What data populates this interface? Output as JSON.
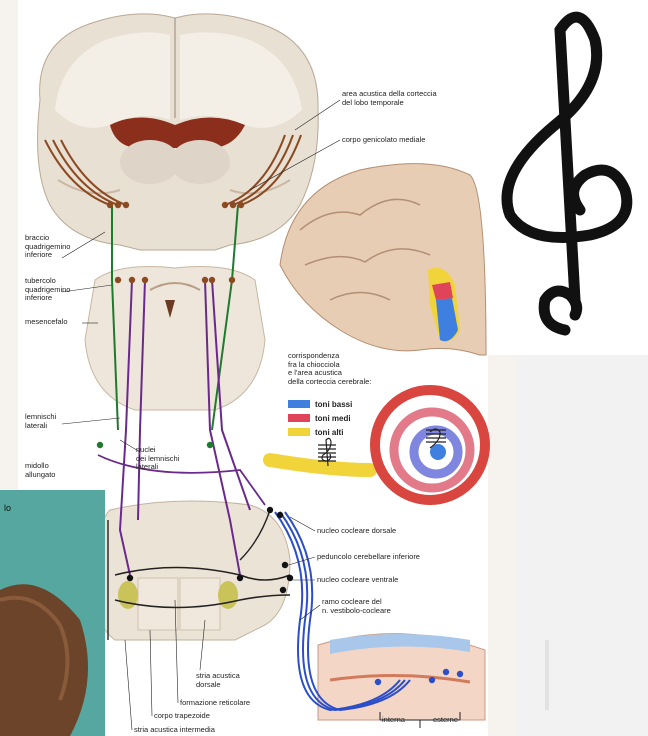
{
  "colors": {
    "afferent_brown": "#8b4a22",
    "afferent_green": "#1f7a2e",
    "afferent_purple": "#6a2a8c",
    "cochlear_blue": "#2c4fc9",
    "low_tones": "#3f7fe0",
    "mid_tones": "#e0445a",
    "high_tones": "#f0d43a",
    "clef_black": "#111111"
  },
  "labels": {
    "area_acustica": "area acustica della corteccia\ndel lobo temporale",
    "corpo_genicolato": "corpo genicolato mediale",
    "braccio": "braccio\nquadrigemino\ninferiore",
    "tubercolo": "tubercolo\nquadrigemino\ninferiore",
    "mesencefalo": "mesencefalo",
    "lemnischi": "lemnischi\nlaterali",
    "nuclei_lemnischi": "nuclei\ndei lemnischi\nlaterali",
    "midollo": "midollo\nallungato",
    "nucleo_dorsale": "nucleo cocleare dorsale",
    "peduncolo": "peduncolo cerebellare inferiore",
    "nucleo_ventrale": "nucleo cocleare ventrale",
    "ramo": "ramo cocleare del\nn. vestibolo-cocleare",
    "stria_dorsale": "stria acustica\ndorsale",
    "formazione": "formazione reticolare",
    "corpo_trapezoide": "corpo trapezoide",
    "stria_intermedia": "stria acustica intermedia",
    "interna": "interna",
    "esterne": "esterne",
    "corrispondenza": "corrispondenza\nfra la chiocciola\ne l'area acustica\ndella corteccia cerebrale:"
  },
  "legend": [
    {
      "label": "toni bassi",
      "color": "#3f7fe0"
    },
    {
      "label": "toni medi",
      "color": "#e0445a"
    },
    {
      "label": "toni alti",
      "color": "#f0d43a"
    }
  ],
  "overlay_tab": {
    "text": "lo"
  },
  "icons": {
    "treble_clef": "treble-clef-icon",
    "small_treble": "small-treble-clef-icon",
    "bass_clef": "bass-clef-icon"
  }
}
